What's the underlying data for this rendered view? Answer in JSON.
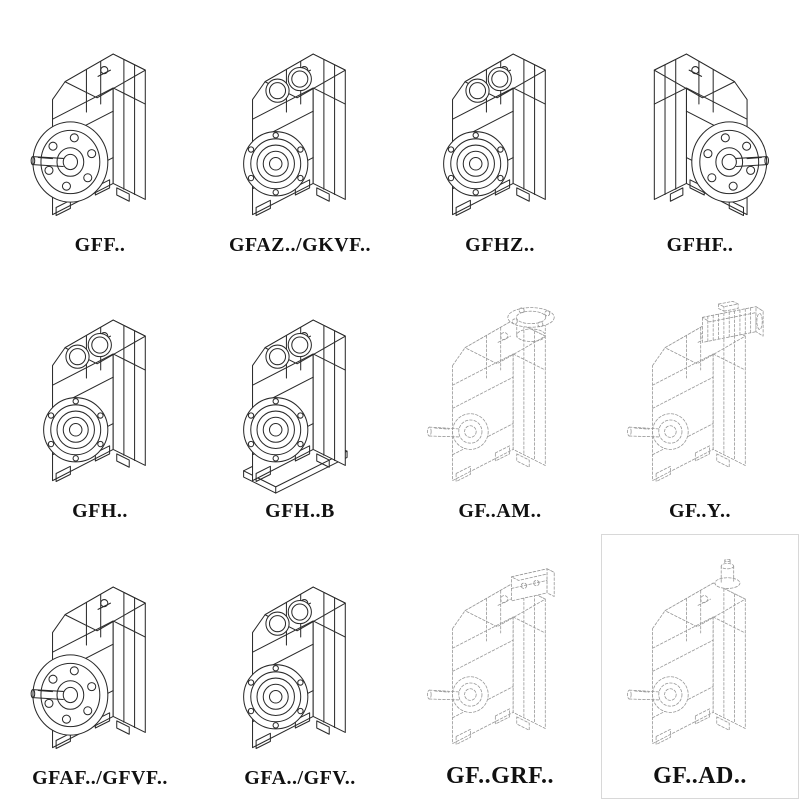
{
  "page": {
    "background": "#ffffff"
  },
  "colors": {
    "line": "#2a2a2a",
    "dashed_line": "#979797",
    "label_text": "#111111"
  },
  "products": [
    {
      "label": "GFF..",
      "drawing": "flange-output-gear-unit",
      "line_style": "solid"
    },
    {
      "label": "GFAZ../GKVF..",
      "drawing": "hollow-shaft-gear-unit",
      "line_style": "solid"
    },
    {
      "label": "GFHZ..",
      "drawing": "hollow-shaft-gear-unit",
      "line_style": "solid"
    },
    {
      "label": "GFHF..",
      "drawing": "flange-output-gear-unit-mirrored",
      "line_style": "solid"
    },
    {
      "label": "GFH..",
      "drawing": "hollow-shaft-gear-unit",
      "line_style": "solid"
    },
    {
      "label": "GFH..B",
      "drawing": "hollow-shaft-gear-unit-with-base",
      "line_style": "solid"
    },
    {
      "label": "GF..AM..",
      "drawing": "gear-unit-with-input-flange",
      "line_style": "dashed"
    },
    {
      "label": "GF..Y..",
      "drawing": "gear-unit-with-motor",
      "line_style": "dashed"
    },
    {
      "label": "GFAF../GFVF..",
      "drawing": "flange-output-gear-unit",
      "line_style": "solid"
    },
    {
      "label": "GFA../GFV..",
      "drawing": "hollow-shaft-gear-unit",
      "line_style": "solid"
    },
    {
      "label": "GF..GRF..",
      "drawing": "gear-unit-with-adapter",
      "line_style": "dashed"
    },
    {
      "label": "GF..AD..",
      "drawing": "gear-unit-with-input-shaft",
      "line_style": "dashed"
    }
  ]
}
